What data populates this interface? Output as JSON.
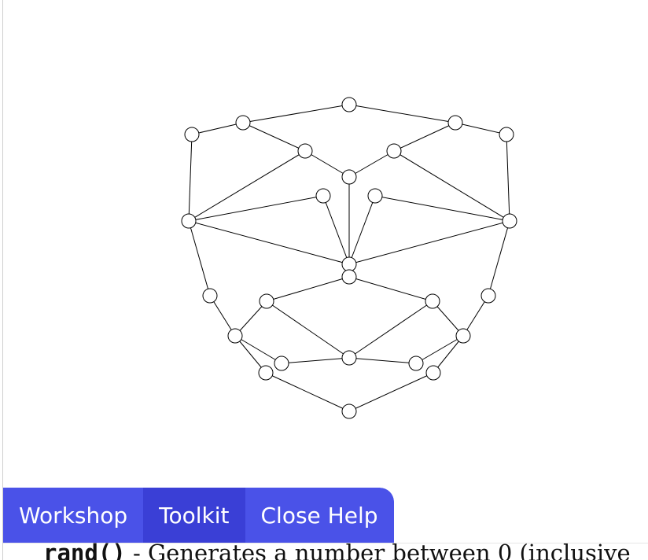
{
  "tabs": [
    {
      "label": "Workshop",
      "active": false
    },
    {
      "label": "Toolkit",
      "active": true
    },
    {
      "label": "Close Help",
      "active": false
    }
  ],
  "help": {
    "code": "rand()",
    "text": " - Generates a number between 0 (inclusive"
  },
  "colors": {
    "tab": "#4a52e8",
    "tab_active": "#3a3fd6",
    "stroke": "#000000"
  }
}
